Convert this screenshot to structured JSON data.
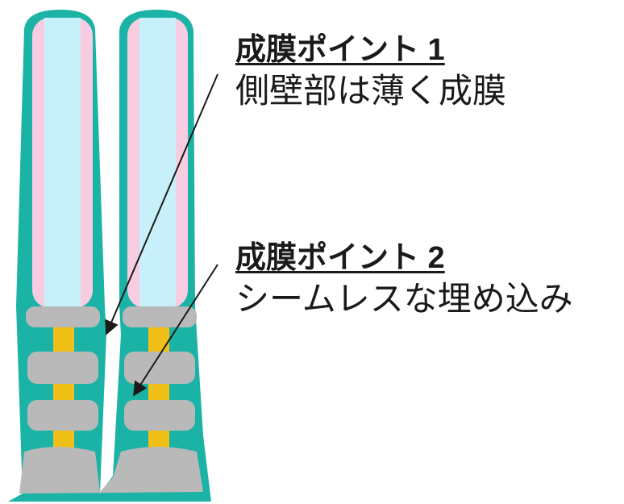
{
  "callouts": [
    {
      "title": "成膜ポイント 1",
      "description": "側壁部は薄く成膜"
    },
    {
      "title": "成膜ポイント 2",
      "description": "シームレスな埋め込み"
    }
  ],
  "colors": {
    "film": "#1bb3a6",
    "core": "#c8f0fb",
    "liner": "#f8cde2",
    "spacer": "#b9b9b9",
    "plug": "#f0bf18",
    "leader": "#1a1a1a",
    "text": "#1a1a1a"
  }
}
